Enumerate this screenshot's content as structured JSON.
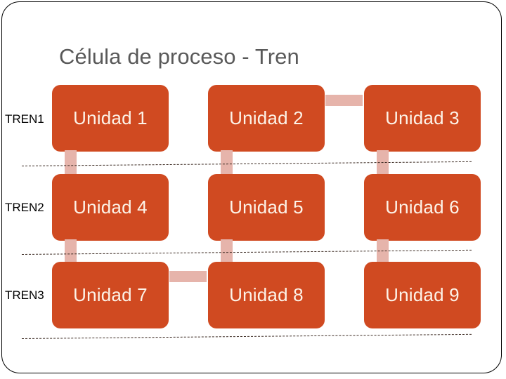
{
  "slide": {
    "title": "Célula de proceso - Tren",
    "title_color": "#595959",
    "background_color": "#ffffff",
    "frame_border_color": "#000000"
  },
  "palette": {
    "unit_fill": "#D04A21",
    "unit_text": "#FDF3E8",
    "connector": "#E6B4AB",
    "separator_line": "#3B2A22"
  },
  "rows": [
    {
      "label": "TREN1",
      "units": [
        {
          "label": "Unidad 1"
        },
        {
          "label": "Unidad 2"
        },
        {
          "label": "Unidad 3"
        }
      ]
    },
    {
      "label": "TREN2",
      "units": [
        {
          "label": "Unidad 4"
        },
        {
          "label": "Unidad 5"
        },
        {
          "label": "Unidad 6"
        }
      ]
    },
    {
      "label": "TREN3",
      "units": [
        {
          "label": "Unidad 7"
        },
        {
          "label": "Unidad 8"
        },
        {
          "label": "Unidad 9"
        }
      ]
    }
  ]
}
